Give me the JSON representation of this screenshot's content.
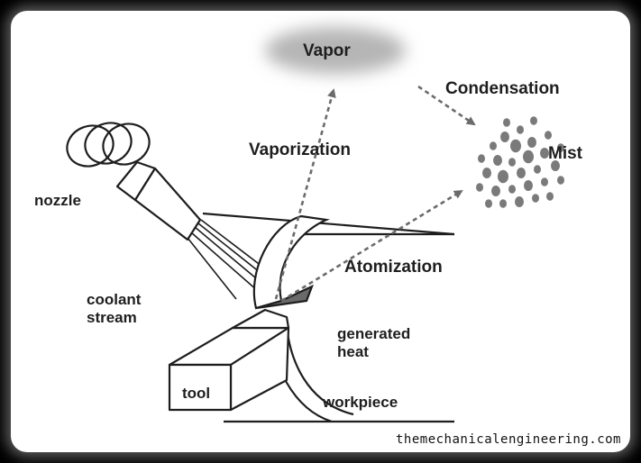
{
  "labels": {
    "vapor": "Vapor",
    "condensation": "Condensation",
    "mist": "Mist",
    "vaporization": "Vaporization",
    "nozzle": "nozzle",
    "atomization": "Atomization",
    "coolant_line1": "coolant",
    "coolant_line2": "stream",
    "generated_heat_line1": "generated",
    "generated_heat_line2": "heat",
    "tool": "tool",
    "workpiece": "workpiece"
  },
  "watermark": "themechanicalengineering.com",
  "colors": {
    "background": "#000000",
    "panel": "#ffffff",
    "ink": "#1e1e1e",
    "arrow": "#6b6b6b",
    "droplet": "#7a7a7a",
    "vapor_cloud": "#b5b5b5"
  }
}
